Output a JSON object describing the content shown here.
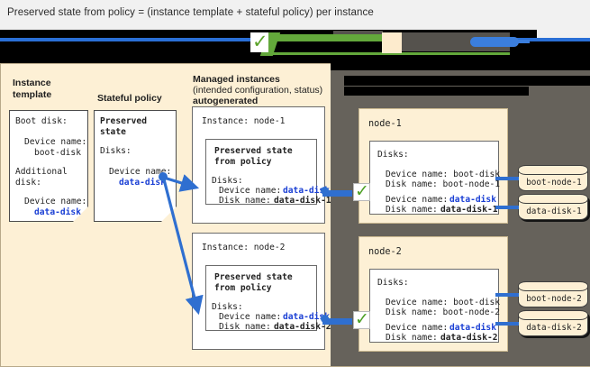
{
  "title": "Preserved state from policy = (instance template + stateful policy) per instance",
  "columns": {
    "instance_template": "Instance\ntemplate",
    "stateful_policy": "Stateful policy",
    "managed_instances_line1": "Managed instances",
    "managed_instances_line2": "(intended configuration, status)",
    "managed_instances_line3": "autogenerated"
  },
  "instance_template_note": {
    "line1": "Boot disk:",
    "line2": "Device name:",
    "line3": "boot-disk",
    "line4": "Additional",
    "line5": "disk:",
    "line6": "Device name:",
    "line7": "data-disk"
  },
  "stateful_policy_note": {
    "line1": "Preserved",
    "line2": "state",
    "line3": "Disks:",
    "line4": "Device name:",
    "line5": "data-disk"
  },
  "managed_instances": [
    {
      "instance_label": "Instance: node-1",
      "preserved_title_line1": "Preserved state",
      "preserved_title_line2": "from policy",
      "disks_label": "Disks:",
      "device_name_label": "Device name:",
      "device_name_value": "data-disk",
      "disk_name_label": "Disk name:",
      "disk_name_value": "data-disk-1"
    },
    {
      "instance_label": "Instance: node-2",
      "preserved_title_line1": "Preserved state",
      "preserved_title_line2": "from policy",
      "disks_label": "Disks:",
      "device_name_label": "Device name:",
      "device_name_value": "data-disk",
      "disk_name_label": "Disk name:",
      "disk_name_value": "data-disk-2"
    }
  ],
  "nodes": [
    {
      "name": "node-1",
      "disks_label": "Disks:",
      "boot_device_name": "Device name: boot-disk",
      "boot_disk_name": "Disk name: boot-node-1",
      "data_device_label": "Device name:",
      "data_device_value": "data-disk",
      "data_disk_label": "Disk name:",
      "data_disk_value": "data-disk-1",
      "cylinders": [
        "boot-node-1",
        "data-disk-1"
      ]
    },
    {
      "name": "node-2",
      "disks_label": "Disks:",
      "boot_device_name": "Device name: boot-disk",
      "boot_disk_name": "Disk name: boot-node-2",
      "data_device_label": "Device name:",
      "data_device_value": "data-disk",
      "data_disk_label": "Disk name:",
      "data_disk_value": "data-disk-2",
      "cylinders": [
        "boot-node-2",
        "data-disk-2"
      ]
    }
  ],
  "icons": {
    "check": "✓"
  },
  "colors": {
    "canvas_cream": "#fdf0d5",
    "dark_panel": "#66625b",
    "accent_blue": "#2f6fd0",
    "link_blue": "#1a3fd4",
    "check_green": "#4ca024",
    "redaction_black": "#000000",
    "title_bg": "#f1f1f1"
  }
}
